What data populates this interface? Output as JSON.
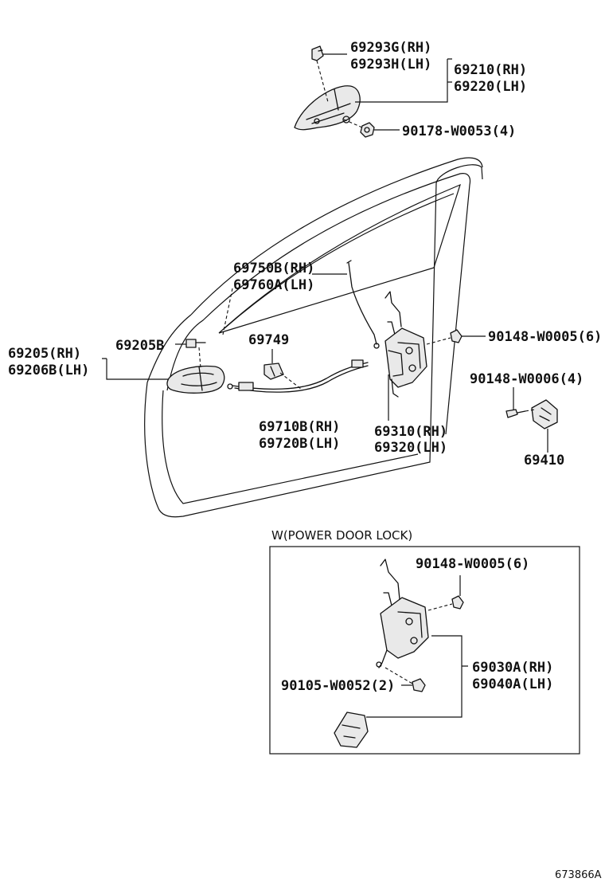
{
  "parts": {
    "p69293": [
      "69293G(RH)",
      "69293H(LH)"
    ],
    "p69210": [
      "69210(RH)",
      "69220(LH)"
    ],
    "p90178": "90178-W0053(4)",
    "p69750": [
      "69750B(RH)",
      "69760A(LH)"
    ],
    "p69205b": "69205B",
    "p69205": [
      "69205(RH)",
      "69206B(LH)"
    ],
    "p69749": "69749",
    "p90148a": "90148-W0005(6)",
    "p90148b": "90148-W0006(4)",
    "p69710": [
      "69710B(RH)",
      "69720B(LH)"
    ],
    "p69310": [
      "69310(RH)",
      "69320(LH)"
    ],
    "p69410": "69410"
  },
  "inset": {
    "caption": "W(POWER DOOR LOCK)",
    "p90148": "90148-W0005(6)",
    "p69030": [
      "69030A(RH)",
      "69040A(LH)"
    ],
    "p90105": "90105-W0052(2)"
  },
  "reference": "673866A"
}
